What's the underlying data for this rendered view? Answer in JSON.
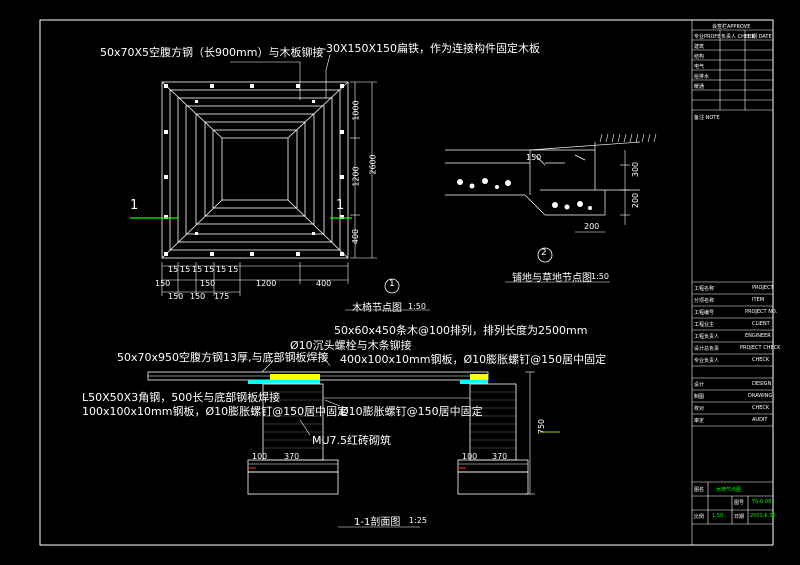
{
  "plan": {
    "title": "木椅节点图",
    "scale": "1:50",
    "number": "1",
    "section_mark": "1",
    "dims_right": [
      "1000",
      "1200",
      "400",
      "2600"
    ],
    "dims_bottom_row1": [
      "15",
      "15",
      "15",
      "15",
      "15",
      "15"
    ],
    "dims_bottom_row2": [
      "150",
      "150",
      "1200",
      "400"
    ],
    "dims_bottom_row3": [
      "150",
      "150",
      "175"
    ]
  },
  "notes": {
    "tube_steel": "50x70X5空腹方钢（长900mm）与木板铆接",
    "flat_iron": "-30X150X150扁铁，作为连接构件固定木板",
    "bench_wood": "50x60x450条木@100排列，排列长度为2500mm",
    "bolt": "Ø10沉头螺栓与木条铆接",
    "tube_steel_2": "50x70x950空腹方钢13厚,与底部钢板焊接",
    "steel_plate": "400x100x10mm钢板，Ø10膨胀螺钉@150居中固定",
    "angle_steel": "L50X50X3角钢，500长与底部钢板焊接",
    "steel_plate_2": "100x100x10mm钢板，Ø10膨胀螺钉@150居中固定",
    "expansion_screw": "Ø10膨胀螺钉@150居中固定",
    "brick": "MU7.5红砖砌筑"
  },
  "detail": {
    "title": "铺地与草地节点图",
    "scale": "1:50",
    "number": "2",
    "dims": [
      "150",
      "300",
      "200",
      "200"
    ]
  },
  "section": {
    "title": "1-1剖面图",
    "scale": "1:25",
    "dims": [
      "100",
      "370",
      "100",
      "370",
      "750"
    ]
  },
  "title_block": {
    "approve": "会签栏APPROVE",
    "rows_top": [
      "专业PROFE",
      "负责人 CHECK",
      "日期 DATE",
      "建筑",
      "结构",
      "电气",
      "给排水",
      "暖通"
    ],
    "note": "备注 NOTE",
    "project_rows": [
      {
        "left": "工程名称",
        "value": "",
        "right": "PROJECT"
      },
      {
        "left": "分项名称",
        "value": "",
        "right": "ITEM"
      },
      {
        "left": "工程编号",
        "value": "",
        "right": "PROJECT NO."
      },
      {
        "left": "工程业主",
        "value": "",
        "right": "CLIENT"
      },
      {
        "left": "工程负责人",
        "value": "",
        "right": "ENGINEER"
      },
      {
        "left": "设计总负责",
        "value": "",
        "right": "PROJECT CHECK"
      },
      {
        "left": "专业负责人",
        "value": "",
        "right": "CHECK"
      },
      {
        "left": "设计",
        "value": "",
        "right": "DESIGN"
      },
      {
        "left": "制图",
        "value": "",
        "right": "DRAWING"
      },
      {
        "left": "校对",
        "value": "",
        "right": "CHECK"
      },
      {
        "left": "审定",
        "value": "",
        "right": "AUDIT"
      }
    ],
    "drawing_name_label": "图名",
    "drawing_name": "木椅节点图",
    "drawing_no_label": "图号",
    "drawing_no": "YS-6-06",
    "scale_label": "比例",
    "scale": "1:50",
    "date_label": "日期",
    "date": "2001.6.30"
  },
  "colors": {
    "white": "#ffffff",
    "yellow": "#ffff00",
    "green": "#00ff00",
    "cyan": "#00ffff",
    "gray": "#9a9a9a",
    "red": "#ff3030"
  }
}
